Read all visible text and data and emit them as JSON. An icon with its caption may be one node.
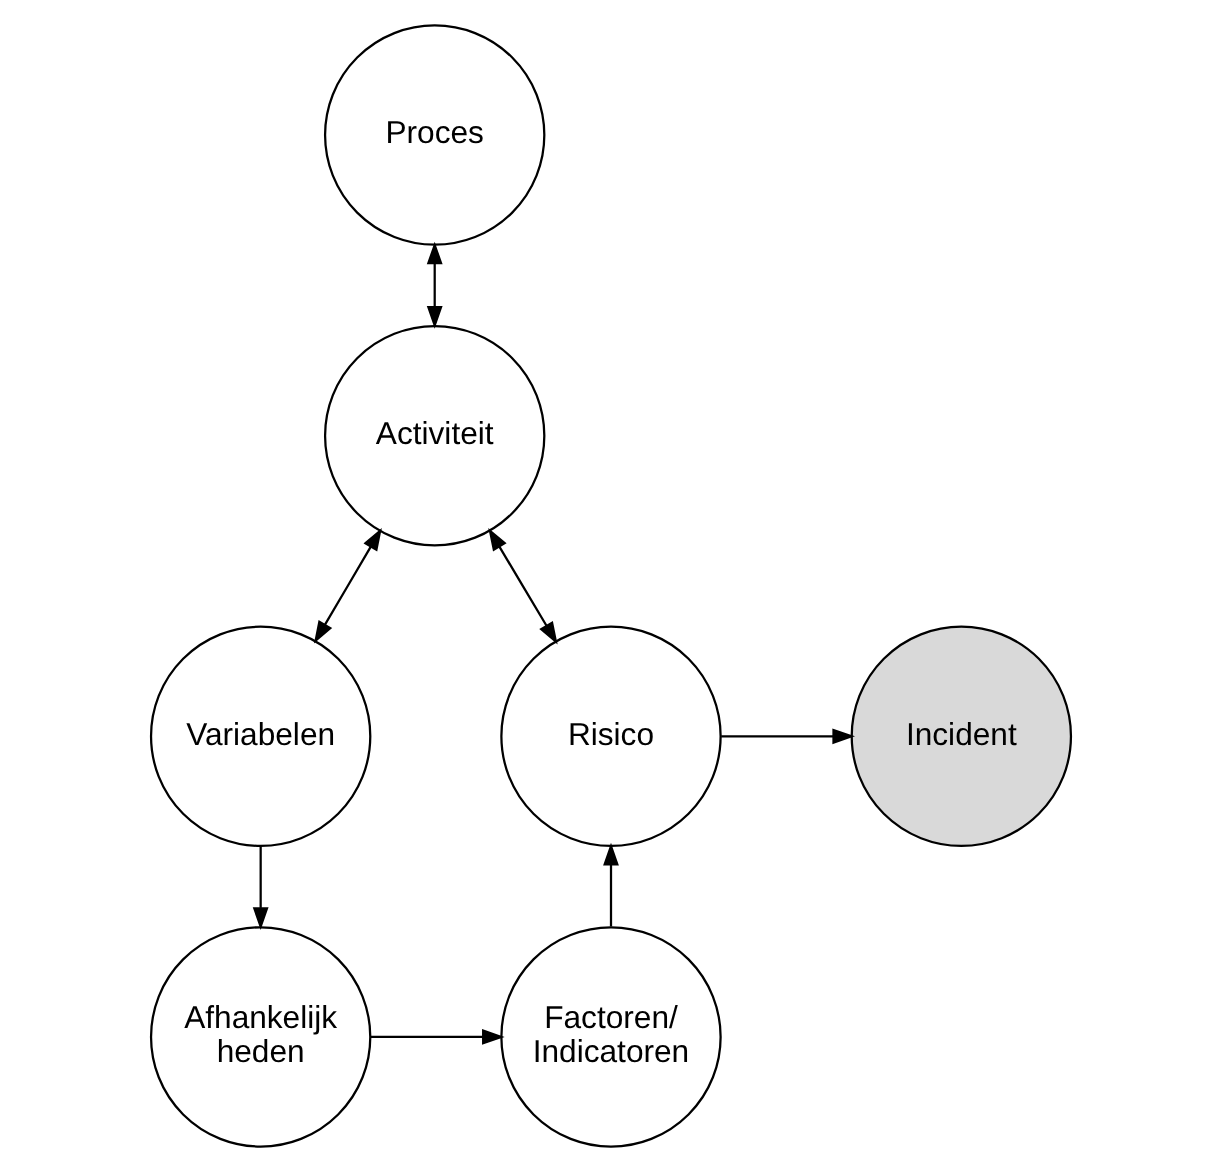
{
  "diagram": {
    "nodes": [
      {
        "text": [
          "Proces"
        ]
      },
      {
        "text": [
          "Activiteit"
        ]
      },
      {
        "text": [
          "Variabelen"
        ]
      },
      {
        "text": [
          "Risico"
        ]
      },
      {
        "text": [
          "Incident"
        ]
      },
      {
        "text": [
          "Afhankelijk heden"
        ]
      },
      {
        "text": [
          "Factoren/ Indicatoren"
        ]
      }
    ],
    "edges": [
      {
        "from": 0,
        "to": 1,
        "arrow": "both"
      },
      {
        "from": 1,
        "to": 2,
        "arrow": "both"
      },
      {
        "from": 1,
        "to": 3,
        "arrow": "both"
      },
      {
        "from": 3,
        "to": 4,
        "arrow": "to"
      },
      {
        "from": 2,
        "to": 5,
        "arrow": "to"
      },
      {
        "from": 5,
        "to": 6,
        "arrow": "to"
      },
      {
        "from": 6,
        "to": 3,
        "arrow": "to"
      }
    ]
  }
}
